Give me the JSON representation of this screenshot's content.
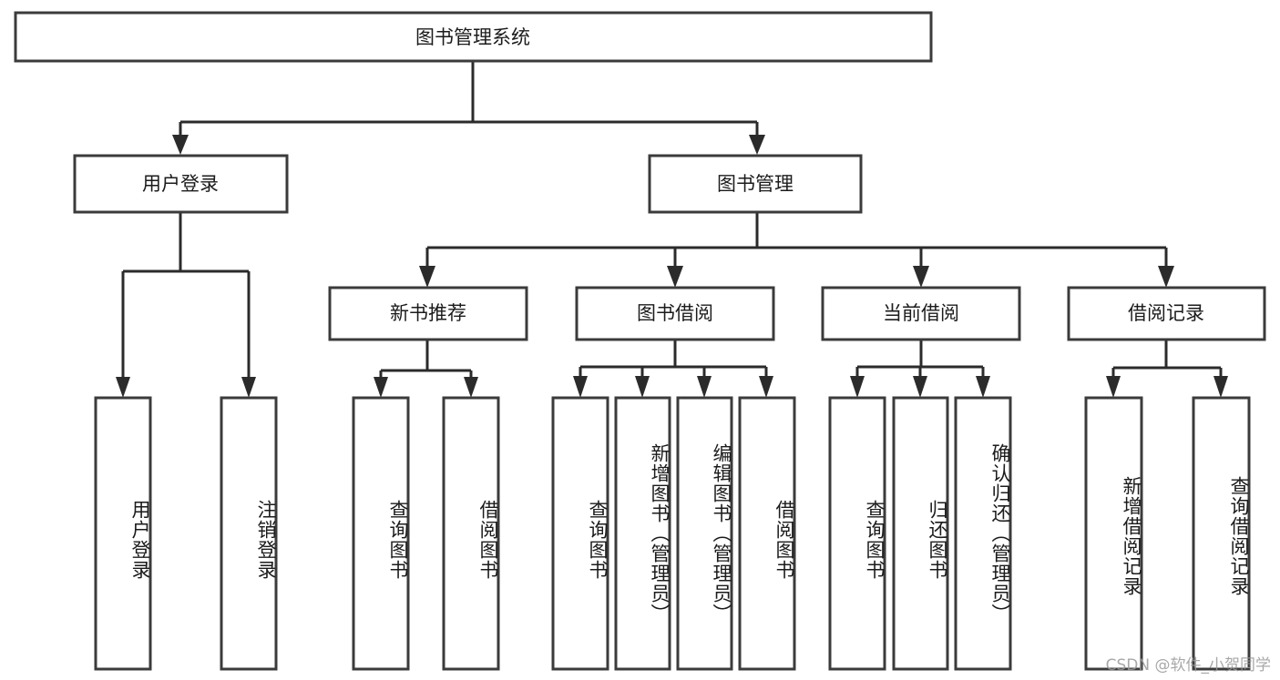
{
  "diagram": {
    "type": "tree-hierarchy",
    "title": "图书管理系统",
    "background_color": "#ffffff",
    "box_stroke_color": "#3b3b3b",
    "connector_color": "#2b2b2b",
    "text_color": "#1b1b1b",
    "root": {
      "label": "图书管理系统"
    },
    "level2": [
      {
        "label": "用户登录"
      },
      {
        "label": "图书管理"
      }
    ],
    "level3": [
      {
        "label": "新书推荐"
      },
      {
        "label": "图书借阅"
      },
      {
        "label": "当前借阅"
      },
      {
        "label": "借阅记录"
      }
    ],
    "leaves": {
      "user_login": [
        {
          "label": "用户登录"
        },
        {
          "label": "注销登录"
        }
      ],
      "new_book_recommend": [
        {
          "label": "查询图书"
        },
        {
          "label": "借阅图书"
        }
      ],
      "book_borrow": [
        {
          "label": "查询图书"
        },
        {
          "label": "新增图书（管理员）"
        },
        {
          "label": "编辑图书（管理员）"
        },
        {
          "label": "借阅图书"
        }
      ],
      "current_borrow": [
        {
          "label": "查询图书"
        },
        {
          "label": "归还图书"
        },
        {
          "label": "确认归还（管理员）"
        }
      ],
      "borrow_record": [
        {
          "label": "新增借阅记录"
        },
        {
          "label": "查询借阅记录"
        }
      ]
    },
    "watermark": "CSDN @软件_小贺同学"
  }
}
